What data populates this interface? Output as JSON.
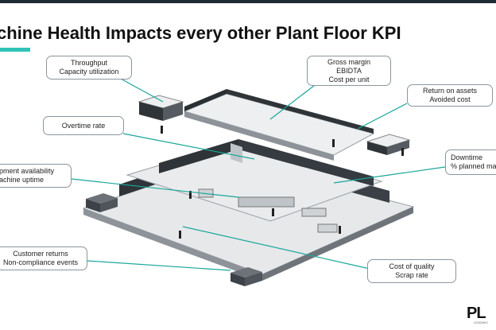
{
  "title": "chine Health Impacts every other Plant Floor KPI",
  "colors": {
    "accent": "#2ec4b6",
    "leader": "#1aa79a",
    "floor": "#e4e6e8",
    "wall": "#2f3438"
  },
  "callouts": {
    "throughput": {
      "line1": "Throughput",
      "line2": "Capacity utilization"
    },
    "gross_margin": {
      "line1": "Gross margin",
      "line2": "EBIDTA",
      "line3": "Cost per unit"
    },
    "return_assets": {
      "line1": "Return on assets",
      "line2": "Avoided cost"
    },
    "overtime": {
      "line1": "Overtime rate"
    },
    "downtime": {
      "line1": "Downtime",
      "line2": "% planned ma"
    },
    "equipment": {
      "line1": "pment availability",
      "line2": "achine uptime"
    },
    "customer_returns": {
      "line1": "Customer returns",
      "line2": "Non-compliance events"
    },
    "cost_quality": {
      "line1": "Cost of quality",
      "line2": "Scrap rate"
    }
  },
  "logo": {
    "text": "PL",
    "subtext": "LEADING"
  }
}
